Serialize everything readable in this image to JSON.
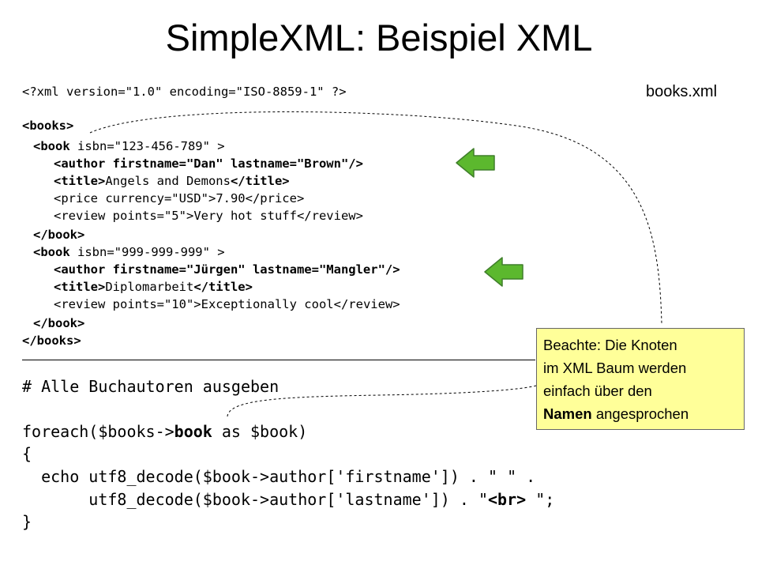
{
  "slide": {
    "title": "SimpleXML: Beispiel XML",
    "filename": "books.xml"
  },
  "xml": {
    "prolog": "<?xml version=\"1.0\" encoding=\"ISO-8859-1\" ?>",
    "books_open": "<books>",
    "book1": {
      "open_lt": "<",
      "open_name": "book",
      "open_rest": " isbn=\"123-456-789\" >",
      "author": "<author firstname=\"Dan\" lastname=\"Brown\"/>",
      "title_open": "<title>",
      "title_text": "Angels and Demons",
      "title_close": "</title>",
      "price_open": "<price currency=\"USD\">",
      "price_text": "7.90",
      "price_close": "</price>",
      "review_open": "<review points=\"5\">",
      "review_text": "Very hot stuff",
      "review_close": "</review>",
      "close": "</book>"
    },
    "book2": {
      "open_lt": "<",
      "open_name": "book",
      "open_rest": " isbn=\"999-999-999\" >",
      "author": "<author firstname=\"Jürgen\" lastname=\"Mangler\"/>",
      "title_open": "<title>",
      "title_text": "Diplomarbeit",
      "title_close": "</title>",
      "review_open": "<review points=\"10\">",
      "review_text": "Exceptionally cool",
      "review_close": "</review>",
      "close": "</book>"
    },
    "books_close": "</books>"
  },
  "code": {
    "comment": "# Alle Buchautoren ausgeben",
    "foreach_pre": "foreach($books->",
    "foreach_bold": "book",
    "foreach_post": " as $book)",
    "open_brace": "{",
    "echo_line": "  echo utf8_decode($book->author['firstname']) . \" \" .",
    "echo_line2_pre": "       utf8_decode($book->author['lastname']) . \"",
    "echo_line2_bold": "<br>",
    "echo_line2_post": " \";",
    "close_brace": "}"
  },
  "callout": {
    "line1": "Beachte: Die Knoten",
    "line2": "im XML Baum werden",
    "line3": "einfach über den",
    "line4_bold": "Namen",
    "line4_rest": " angesprochen"
  },
  "colors": {
    "arrow_fill": "#5cb82e",
    "arrow_stroke": "#3f7f2a",
    "callout_bg": "#ffff99"
  },
  "icons": [
    "left-arrow-icon",
    "left-arrow-icon"
  ]
}
